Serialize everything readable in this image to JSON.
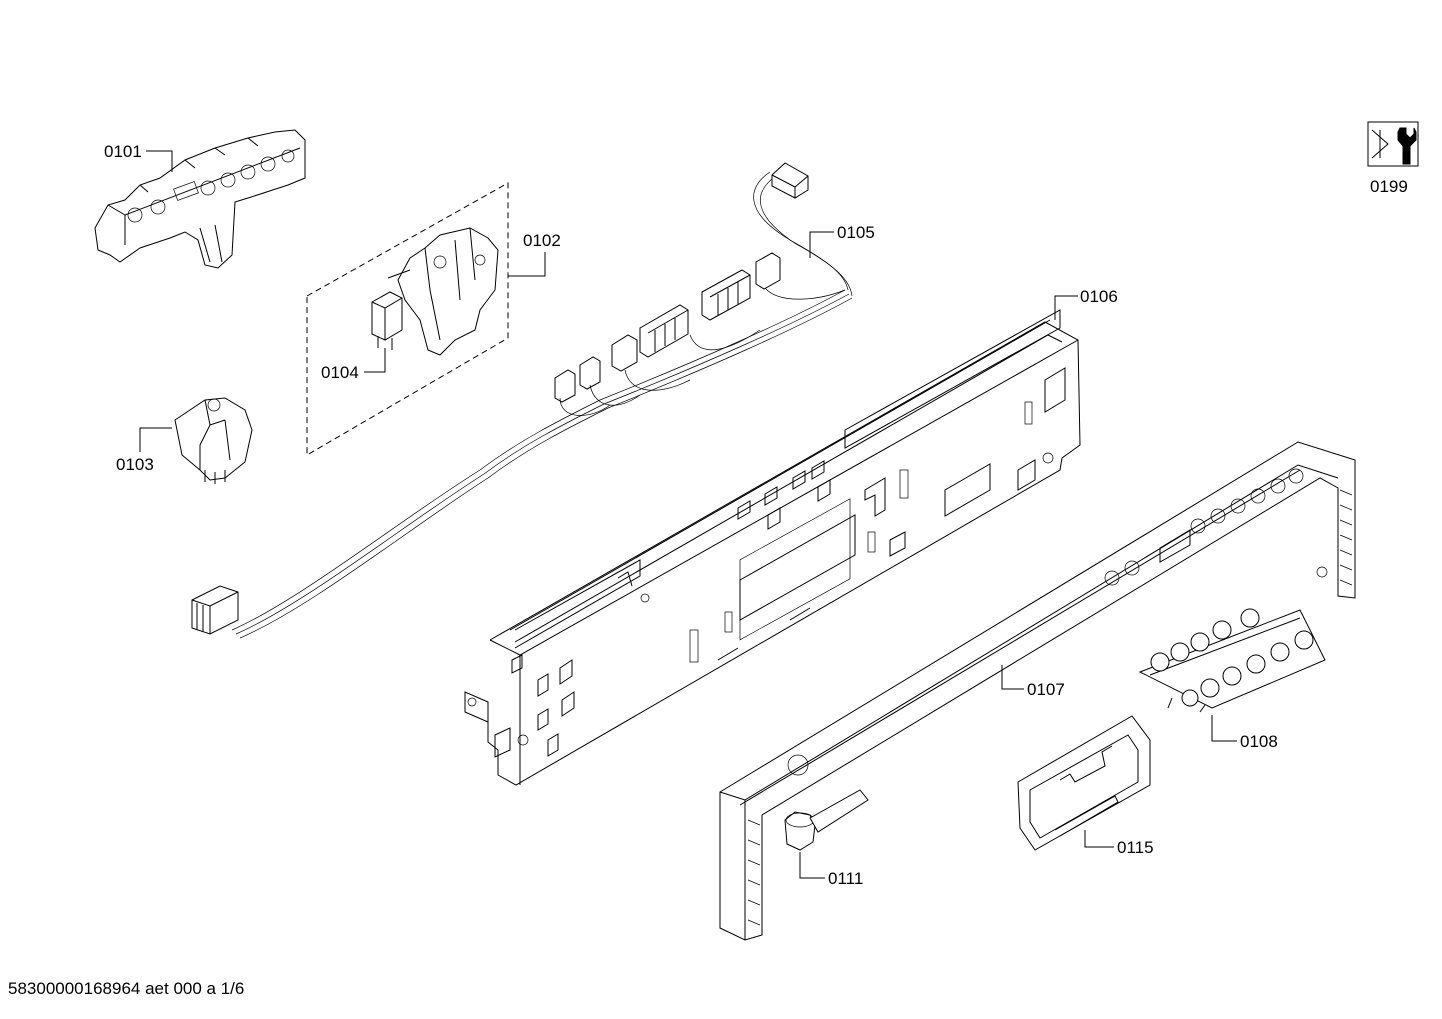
{
  "drawing": {
    "labels": {
      "p0101": "0101",
      "p0102": "0102",
      "p0103": "0103",
      "p0104": "0104",
      "p0105": "0105",
      "p0106": "0106",
      "p0107": "0107",
      "p0108": "0108",
      "p0111": "0111",
      "p0115": "0115",
      "p0199": "0199"
    },
    "footer": "58300000168964 aet 000 a 1/6",
    "icons": {
      "p0199": "wrench-tool-icon"
    }
  }
}
